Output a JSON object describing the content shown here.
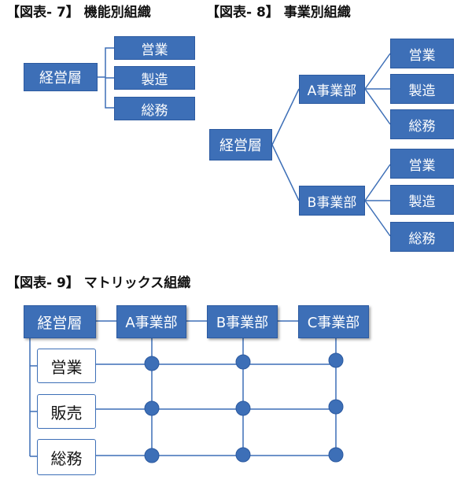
{
  "figure7": {
    "title": "【図表- 7】 機能別組織",
    "root": "経営層",
    "departments": [
      "営業",
      "製造",
      "総務"
    ]
  },
  "figure8": {
    "title": "【図表- 8】 事業別組織",
    "root": "経営層",
    "divisions": [
      {
        "label": "A事業部",
        "departments": [
          "営業",
          "製造",
          "総務"
        ]
      },
      {
        "label": "B事業部",
        "departments": [
          "営業",
          "製造",
          "総務"
        ]
      }
    ]
  },
  "figure9": {
    "title": "【図表- 9】 マトリックス組織",
    "root": "経営層",
    "divisions": [
      "A事業部",
      "B事業部",
      "C事業部"
    ],
    "functions": [
      "営業",
      "販売",
      "総務"
    ]
  },
  "colors": {
    "box_fill": "#3d6fb7",
    "box_border": "#2c5aa0",
    "line": "#3d6fb7",
    "node": "#3d6fb7"
  }
}
